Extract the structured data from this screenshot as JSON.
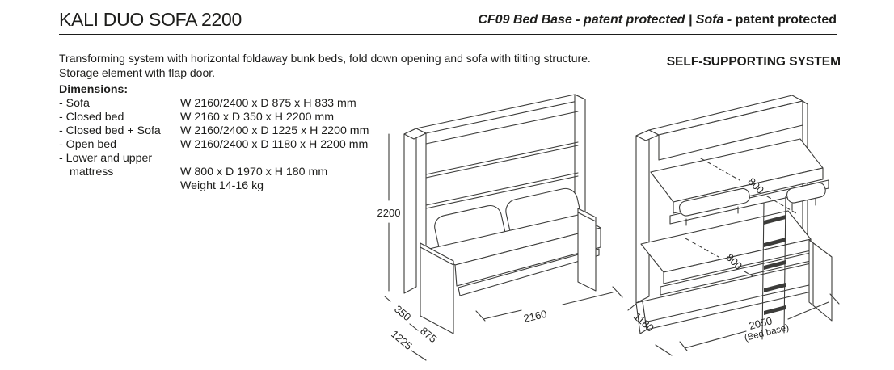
{
  "header": {
    "title": "KALI DUO SOFA 2200",
    "patent_italic": "CF09 Bed Base - patent protected | Sofa - ",
    "patent_bold": "patent protected"
  },
  "description": {
    "line1": "Transforming system with horizontal foldaway bunk beds, fold down opening and sofa with tilting structure.",
    "line2": "Storage element with flap door."
  },
  "self_supporting_label": "SELF-SUPPORTING SYSTEM",
  "dimensions": {
    "heading": "Dimensions:",
    "rows": [
      {
        "label": "- Sofa",
        "value": "W 2160/2400 x D 875 x H 833 mm"
      },
      {
        "label": "- Closed bed",
        "value": "W 2160 x D 350 x H 2200 mm"
      },
      {
        "label": "- Closed bed + Sofa",
        "value": "W 2160/2400 x D 1225 x H 2200 mm"
      },
      {
        "label": "- Open bed",
        "value": "W 2160/2400 x D 1180 x H 2200 mm"
      },
      {
        "label": "- Lower and upper",
        "label2": "mattress",
        "value": "W 800 x D 1970 x H 180 mm",
        "value2": "Weight 14-16 kg"
      }
    ]
  },
  "diagrams": {
    "closed_bed_sofa": {
      "height_label": "2200",
      "depth_bed_label": "350",
      "depth_sofa_label": "875",
      "depth_total_label": "1225",
      "width_label": "2160"
    },
    "open_bunk": {
      "upper_mattress_width_label": "800",
      "lower_mattress_width_label": "800",
      "depth_label": "1180",
      "bed_base_width_label": "2050",
      "bed_base_note": "(Bed base)"
    }
  },
  "colors": {
    "background": "#ffffff",
    "text": "#1d1d1b",
    "line_art": "#3c3c3a"
  }
}
